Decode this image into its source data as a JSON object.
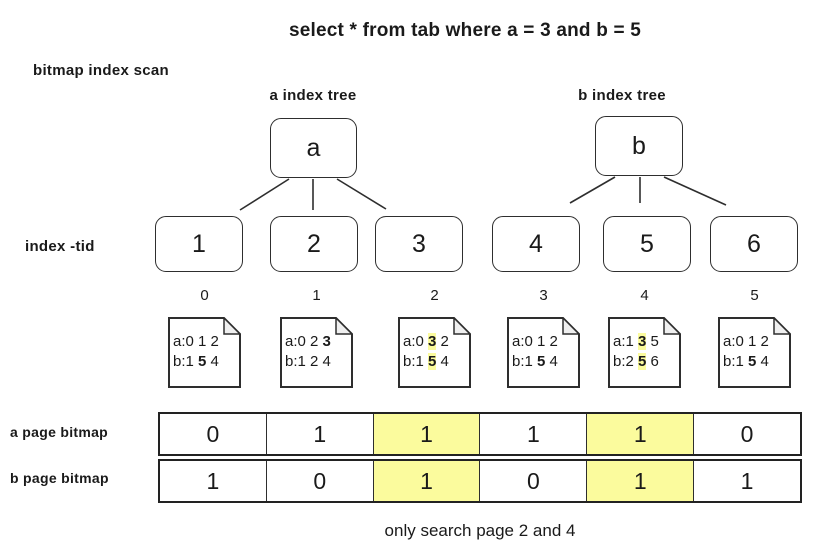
{
  "title": "select * from tab where a = 3 and b = 5",
  "labels": {
    "scan": "bitmap index scan",
    "a_tree": "a index tree",
    "b_tree": "b index tree",
    "index_tid": "index -tid",
    "footer": "only search page 2 and 4"
  },
  "trees": [
    {
      "root": "a",
      "leaves": [
        "1",
        "2",
        "3"
      ]
    },
    {
      "root": "b",
      "leaves": [
        "4",
        "5",
        "6"
      ]
    }
  ],
  "pages": [
    {
      "num": "0",
      "doc_lines": [
        [
          {
            "t": "a:0 1 2"
          }
        ],
        [
          {
            "t": "b:1 "
          },
          {
            "t": "5",
            "b": 1
          },
          {
            "t": " 4"
          }
        ]
      ]
    },
    {
      "num": "1",
      "doc_lines": [
        [
          {
            "t": "a:0 2 "
          },
          {
            "t": "3",
            "b": 1
          }
        ],
        [
          {
            "t": "b:1 2 4"
          }
        ]
      ]
    },
    {
      "num": "2",
      "doc_lines": [
        [
          {
            "t": "a:0 "
          },
          {
            "t": "3",
            "b": 1,
            "h": 1
          },
          {
            "t": " 2"
          }
        ],
        [
          {
            "t": "b:1 "
          },
          {
            "t": "5",
            "b": 1,
            "h": 1
          },
          {
            "t": " 4"
          }
        ]
      ]
    },
    {
      "num": "3",
      "doc_lines": [
        [
          {
            "t": "a:0 1 2"
          }
        ],
        [
          {
            "t": "b:1 "
          },
          {
            "t": "5",
            "b": 1
          },
          {
            "t": " 4"
          }
        ]
      ]
    },
    {
      "num": "4",
      "doc_lines": [
        [
          {
            "t": "a:1 "
          },
          {
            "t": "3",
            "b": 1,
            "h": 1
          },
          {
            "t": " 5"
          }
        ],
        [
          {
            "t": "b:2 "
          },
          {
            "t": "5",
            "b": 1,
            "h": 1
          },
          {
            "t": " 6"
          }
        ]
      ]
    },
    {
      "num": "5",
      "doc_lines": [
        [
          {
            "t": "a:0 1 2"
          }
        ],
        [
          {
            "t": "b:1 "
          },
          {
            "t": "5",
            "b": 1
          },
          {
            "t": " 4"
          }
        ]
      ]
    }
  ],
  "bitmaps": [
    {
      "label": "a page bitmap",
      "values": [
        "0",
        "1",
        "1",
        "1",
        "1",
        "0"
      ],
      "highlight": [
        2,
        4
      ]
    },
    {
      "label": "b page bitmap",
      "values": [
        "1",
        "0",
        "1",
        "0",
        "1",
        "1"
      ],
      "highlight": [
        2,
        4
      ]
    }
  ],
  "colors": {
    "highlight": "#fbfb9d",
    "border": "#2e2e2e",
    "text": "#1a1a1a"
  }
}
